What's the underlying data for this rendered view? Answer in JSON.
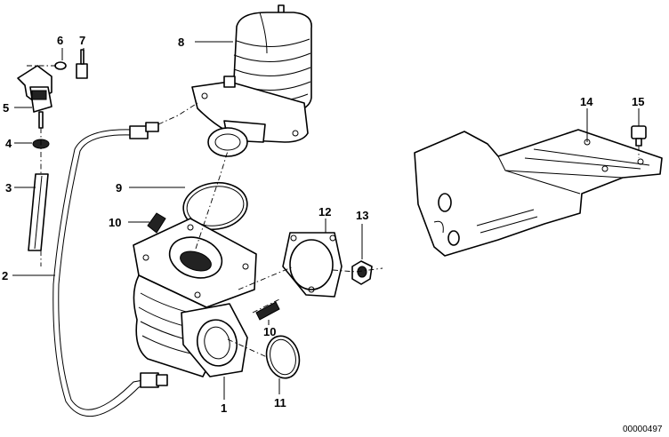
{
  "callouts": [
    {
      "id": "1",
      "text": "1"
    },
    {
      "id": "2",
      "text": "2"
    },
    {
      "id": "3",
      "text": "3"
    },
    {
      "id": "4",
      "text": "4"
    },
    {
      "id": "5",
      "text": "5"
    },
    {
      "id": "6",
      "text": "6"
    },
    {
      "id": "7",
      "text": "7"
    },
    {
      "id": "8",
      "text": "8"
    },
    {
      "id": "9",
      "text": "9"
    },
    {
      "id": "10a",
      "text": "10"
    },
    {
      "id": "10b",
      "text": "10"
    },
    {
      "id": "11",
      "text": "11"
    },
    {
      "id": "12",
      "text": "12"
    },
    {
      "id": "13",
      "text": "13"
    },
    {
      "id": "14",
      "text": "14"
    },
    {
      "id": "15",
      "text": "15"
    }
  ],
  "reference_number": "00000497"
}
